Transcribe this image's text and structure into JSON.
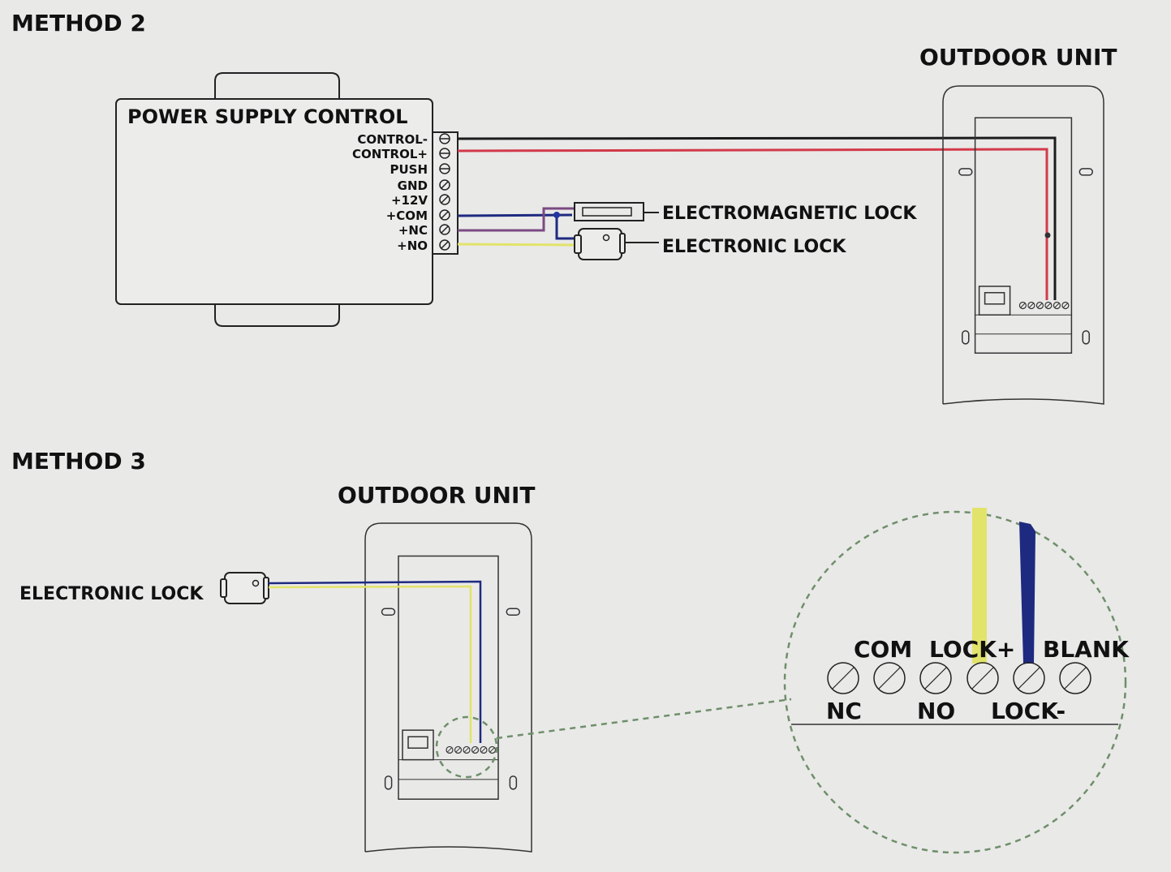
{
  "method2": {
    "heading": "METHOD 2",
    "power_supply": {
      "title": "POWER SUPPLY CONTROL",
      "terminals": [
        "CONTROL-",
        "CONTROL+",
        "PUSH",
        "GND",
        "+12V",
        "+COM",
        "+NC",
        "+NO"
      ]
    },
    "outdoor_unit_label": "OUTDOOR UNIT",
    "electromagnetic_lock_label": "ELECTROMAGNETIC LOCK",
    "electronic_lock_label": "ELECTRONIC LOCK"
  },
  "method3": {
    "heading": "METHOD 3",
    "outdoor_unit_label": "OUTDOOR UNIT",
    "electronic_lock_label": "ELECTRONIC LOCK",
    "detail_top_labels": [
      "COM",
      "LOCK+",
      "BLANK"
    ],
    "detail_bottom_labels": [
      "NC",
      "NO",
      "LOCK-"
    ]
  },
  "colors": {
    "background": "#e9e9e8",
    "wire_black": "#1c1c1c",
    "wire_red": "#d23a4a",
    "wire_purple": "#7a4a82",
    "wire_blue": "#1e2a80",
    "wire_yellow": "#e2e36a",
    "dash_green": "#6f8f6a"
  }
}
